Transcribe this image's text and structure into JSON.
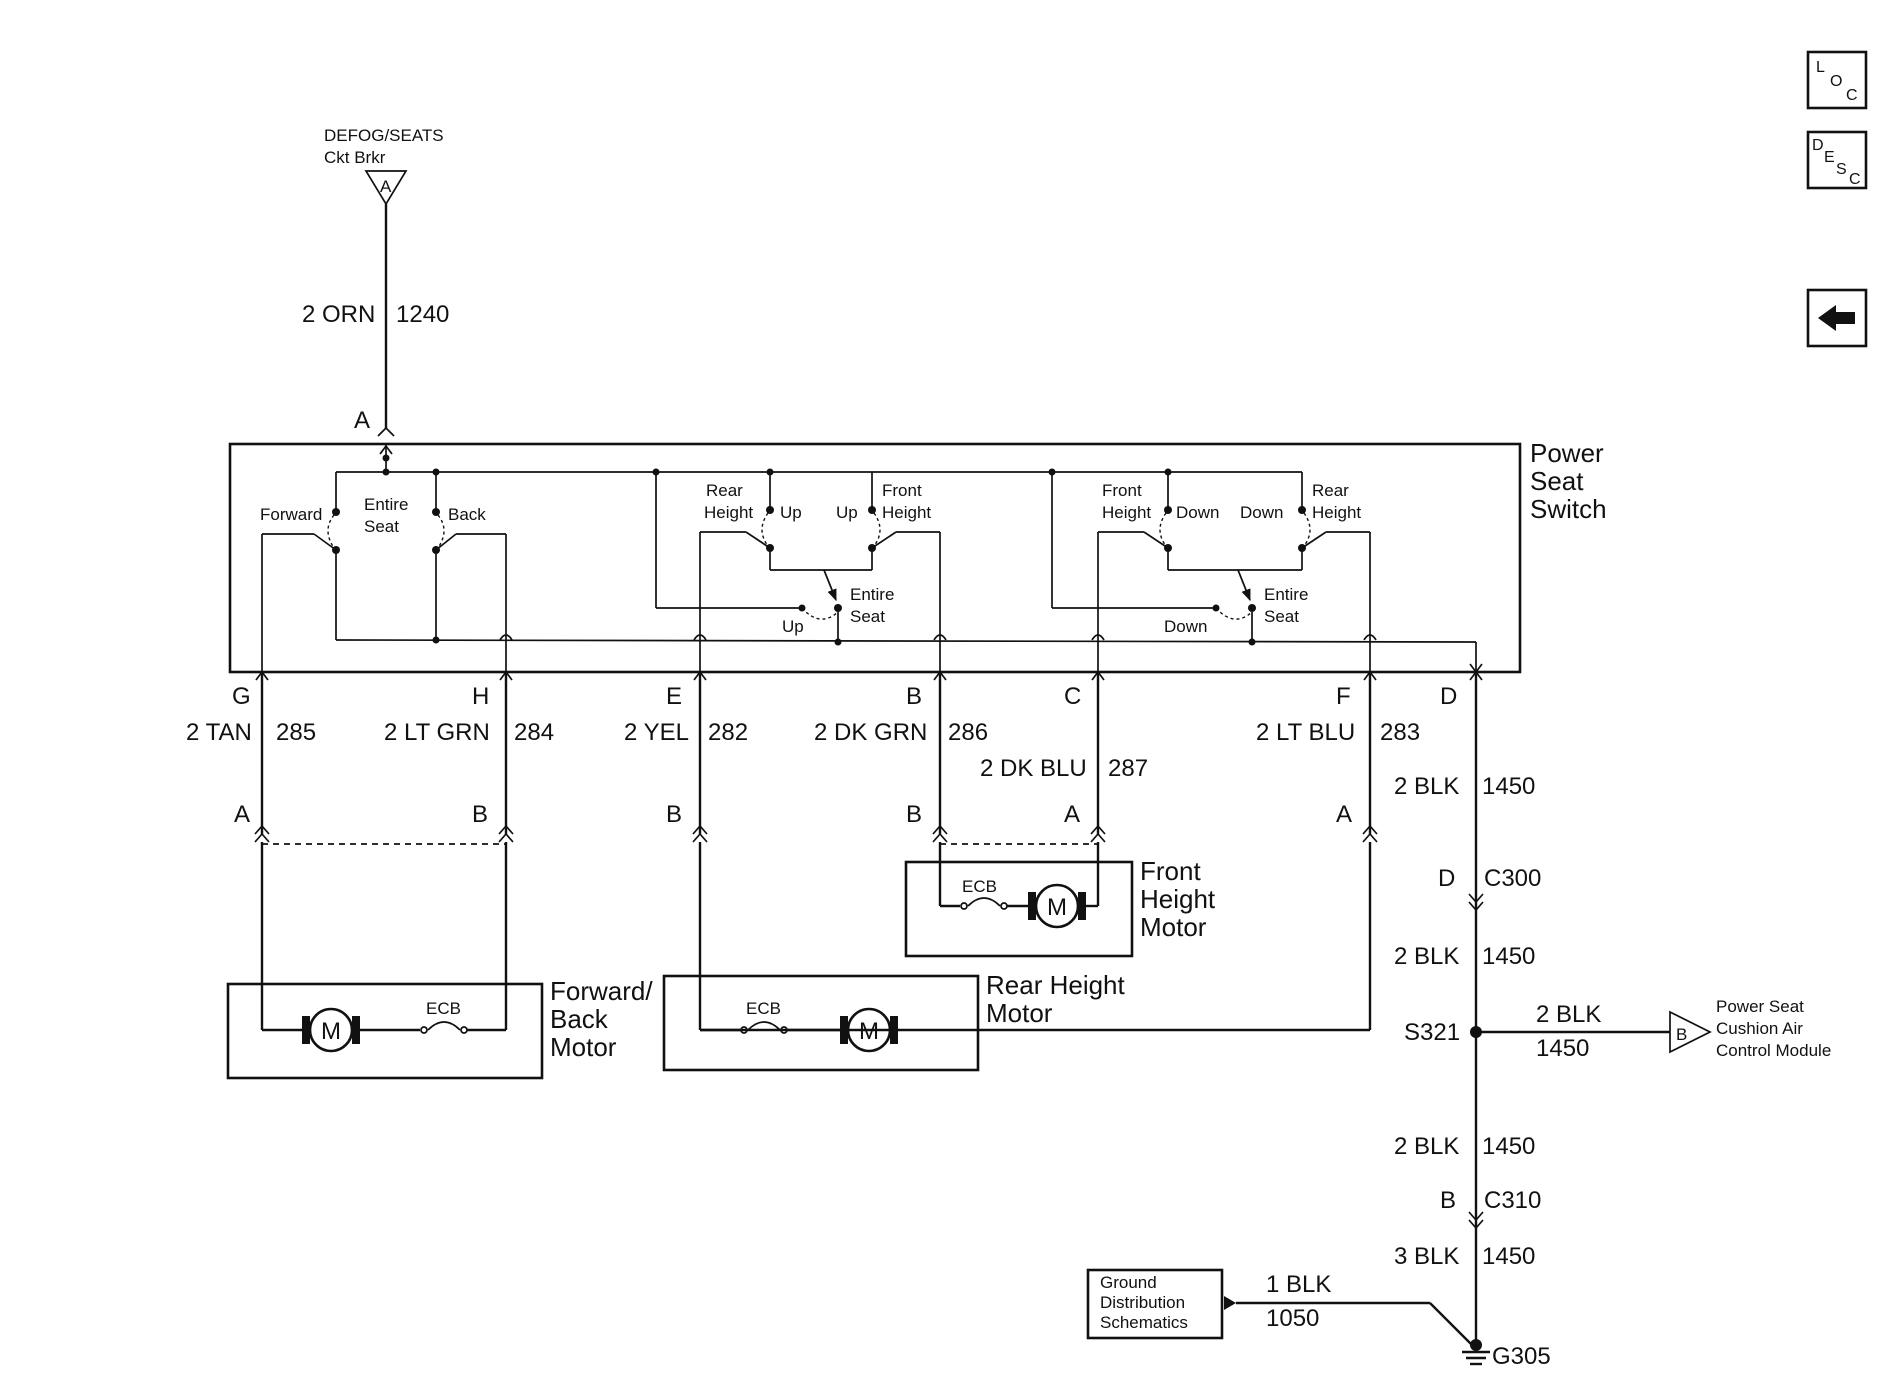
{
  "nav": {
    "loc": {
      "l": "L",
      "o": "O",
      "c": "C"
    },
    "desc": {
      "d": "D",
      "e": "E",
      "s": "S",
      "c": "C"
    }
  },
  "source": {
    "line1": "DEFOG/SEATS",
    "line2": "Ckt Brkr",
    "terminal": "A",
    "color": "2 ORN",
    "circuit": "1240",
    "pin": "A"
  },
  "switch": {
    "title": [
      "Power",
      "Seat",
      "Switch"
    ],
    "forward": "Forward",
    "entire_seat_1": [
      "Entire",
      "Seat"
    ],
    "back": "Back",
    "rear_height_l": [
      "Rear",
      "Height"
    ],
    "up_1": "Up",
    "up_2": "Up",
    "front_height_l": [
      "Front",
      "Height"
    ],
    "entire_seat_2": [
      "Entire",
      "Seat"
    ],
    "up_3": "Up",
    "front_height_r": [
      "Front",
      "Height"
    ],
    "down_1": "Down",
    "down_2": "Down",
    "rear_height_r": [
      "Rear",
      "Height"
    ],
    "entire_seat_3": [
      "Entire",
      "Seat"
    ],
    "down_3": "Down"
  },
  "wires": [
    {
      "pin": "G",
      "color": "2 TAN",
      "circuit": "285",
      "motor_pin": "A"
    },
    {
      "pin": "H",
      "color": "2 LT GRN",
      "circuit": "284",
      "motor_pin": "B"
    },
    {
      "pin": "E",
      "color": "2 YEL",
      "circuit": "282",
      "motor_pin": "B"
    },
    {
      "pin": "B",
      "color": "2 DK GRN",
      "circuit": "286",
      "motor_pin": "B"
    },
    {
      "pin": "C",
      "color": "2 DK BLU",
      "circuit": "287",
      "motor_pin": "A"
    },
    {
      "pin": "F",
      "color": "2 LT BLU",
      "circuit": "283",
      "motor_pin": "A"
    }
  ],
  "ground_path": {
    "pin": "D",
    "seg1": {
      "color": "2 BLK",
      "circuit": "1450"
    },
    "c300": {
      "pin": "D",
      "name": "C300"
    },
    "seg2": {
      "color": "2 BLK",
      "circuit": "1450"
    },
    "splice": "S321",
    "branch": {
      "color": "2 BLK",
      "circuit": "1450"
    },
    "module": {
      "terminal": "B",
      "lines": [
        "Power Seat",
        "Cushion Air",
        "Control Module"
      ]
    },
    "seg3": {
      "color": "2 BLK",
      "circuit": "1450"
    },
    "c310": {
      "pin": "B",
      "name": "C310"
    },
    "seg4": {
      "color": "3 BLK",
      "circuit": "1450"
    },
    "ground": "G305",
    "ground_ref": {
      "lines": [
        "Ground",
        "Distribution",
        "Schematics"
      ],
      "color": "1 BLK",
      "circuit": "1050"
    }
  },
  "motors": {
    "forward_back": {
      "title": [
        "Forward/",
        "Back",
        "Motor"
      ],
      "ecb": "ECB",
      "symbol": "M"
    },
    "rear_height": {
      "title": [
        "Rear Height",
        "Motor"
      ],
      "ecb": "ECB",
      "symbol": "M"
    },
    "front_height": {
      "title": [
        "Front",
        "Height",
        "Motor"
      ],
      "ecb": "ECB",
      "symbol": "M"
    }
  }
}
